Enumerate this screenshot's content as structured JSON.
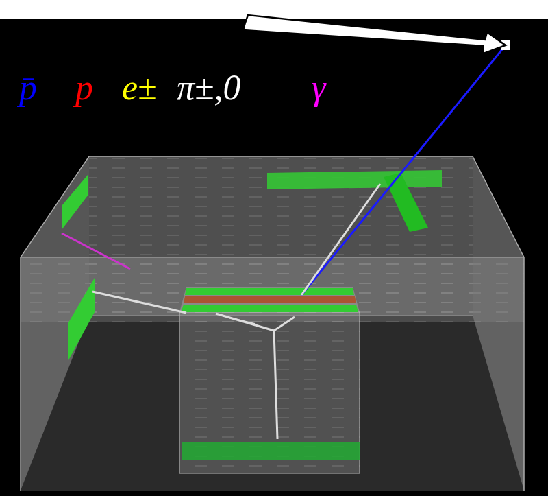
{
  "diagram": {
    "legend": [
      {
        "text": "p̄",
        "color": "#0000ff"
      },
      {
        "text": "p",
        "color": "#ff0000"
      },
      {
        "text": "e±",
        "color": "#ffff00"
      },
      {
        "text": "π±,0",
        "color": "#ffffff"
      },
      {
        "text": "γ",
        "color": "#ff00ff"
      }
    ]
  }
}
